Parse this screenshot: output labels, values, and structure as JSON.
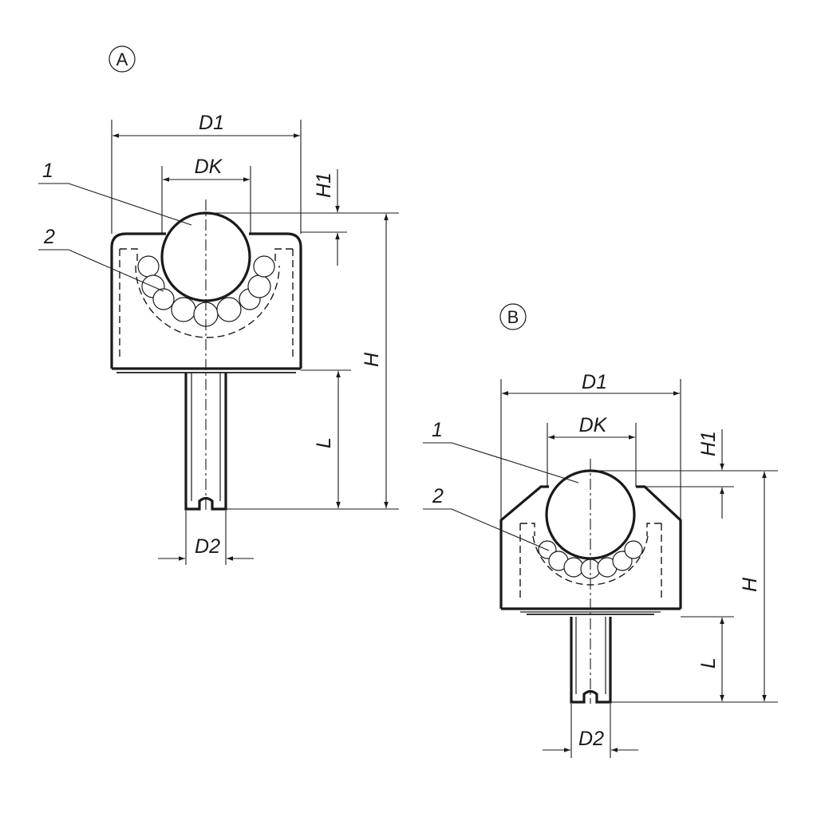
{
  "views": {
    "A": {
      "badge": "A",
      "labels": {
        "d1": "D1",
        "dk": "DK",
        "h1": "H1",
        "h": "H",
        "l": "L",
        "d2": "D2"
      },
      "callouts": {
        "one": "1",
        "two": "2"
      }
    },
    "B": {
      "badge": "B",
      "labels": {
        "d1": "D1",
        "dk": "DK",
        "h1": "H1",
        "h": "H",
        "l": "L",
        "d2": "D2"
      },
      "callouts": {
        "one": "1",
        "two": "2"
      }
    }
  }
}
